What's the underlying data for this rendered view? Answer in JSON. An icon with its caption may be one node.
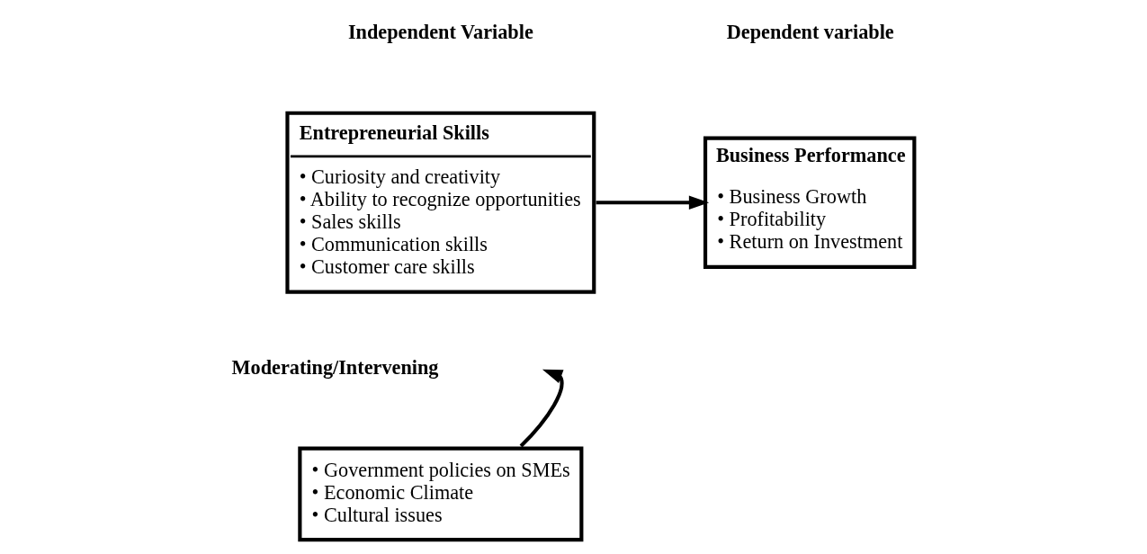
{
  "diagram": {
    "nodes": [
      {
        "text": [
          "Entrepreneurial Skills",
          "• Curiosity and creativity",
          "• Ability to recognize opportunities",
          "• Sales skills",
          "• Communication skills",
          "• Customer care skills"
        ]
      },
      {
        "text": [
          "Business Performance",
          "• Business Growth",
          "• Profitability",
          "• Return on Investment"
        ]
      },
      {
        "text": [
          "• Government policies on SMEs",
          "• Economic Climate",
          "• Cultural issues"
        ]
      }
    ],
    "edges": [
      {
        "from": 0,
        "to": 1,
        "arrow": "to"
      },
      {
        "from": 2,
        "to": null,
        "arrow": "to"
      }
    ],
    "labels": [
      "Independent Variable",
      "Dependent variable",
      "Moderating/Intervening"
    ]
  }
}
